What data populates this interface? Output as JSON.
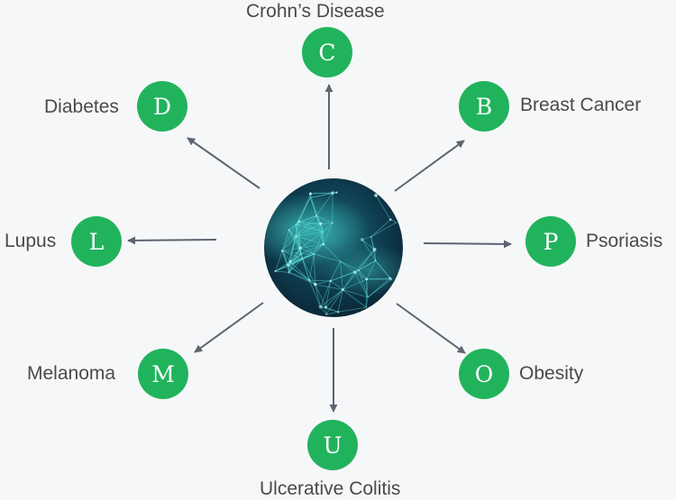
{
  "colors": {
    "background": "#f6f7f9",
    "node_fill": "#21b35c",
    "arrow": "#5e6470",
    "label_text": "#4a4a4a",
    "hub_dark": "#0b2a3a",
    "hub_glow": "#2fd1c8"
  },
  "hub": {
    "icon": "network-globe-icon"
  },
  "nodes": [
    {
      "id": "crohns",
      "letter": "C",
      "label": "Crohn’s Disease"
    },
    {
      "id": "breast-cancer",
      "letter": "B",
      "label": "Breast Cancer"
    },
    {
      "id": "psoriasis",
      "letter": "P",
      "label": "Psoriasis"
    },
    {
      "id": "obesity",
      "letter": "O",
      "label": "Obesity"
    },
    {
      "id": "ulcerative-colitis",
      "letter": "U",
      "label": "Ulcerative Colitis"
    },
    {
      "id": "melanoma",
      "letter": "M",
      "label": "Melanoma"
    },
    {
      "id": "lupus",
      "letter": "L",
      "label": "Lupus"
    },
    {
      "id": "diabetes",
      "letter": "D",
      "label": "Diabetes"
    }
  ]
}
